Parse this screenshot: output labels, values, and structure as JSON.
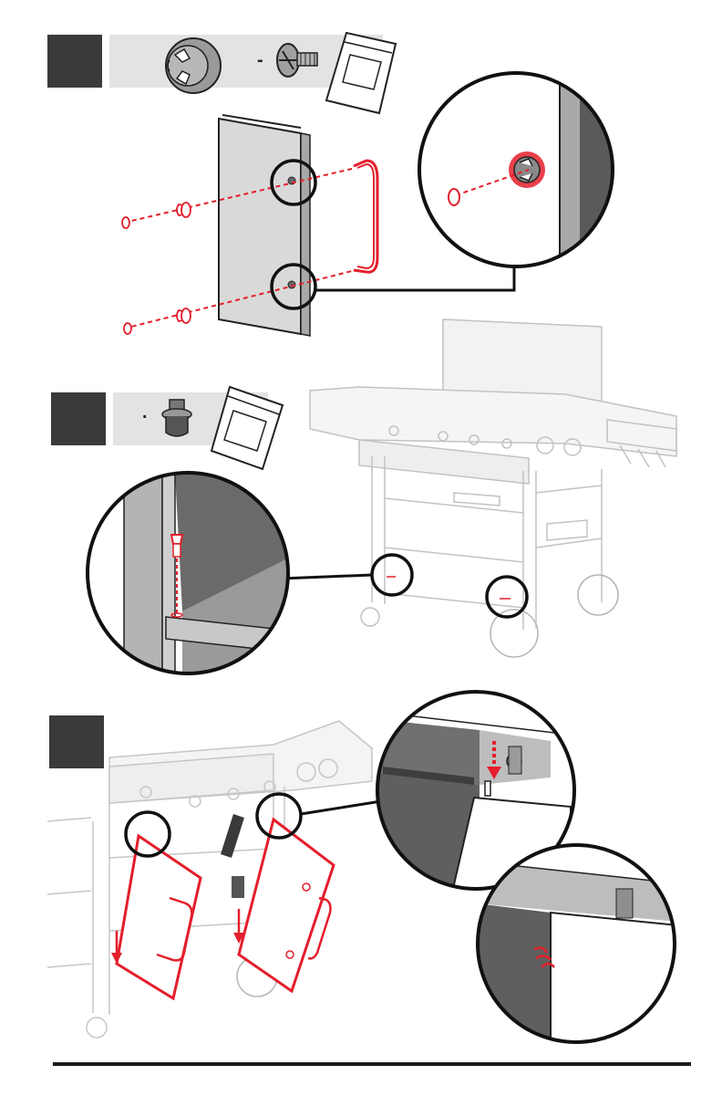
{
  "steps": [
    {
      "number": "",
      "parts": [
        {
          "name": "handle-bracket",
          "qty": ""
        },
        {
          "name": "screw",
          "qty": "-"
        }
      ]
    },
    {
      "number": "",
      "parts": [
        {
          "name": "shoulder-bolt",
          "qty": "."
        }
      ]
    },
    {
      "number": "",
      "parts": []
    }
  ],
  "colors": {
    "accent": "#e41e2b",
    "step_box": "#3a3a3a",
    "band": "#e3e3e3",
    "metal": "#8a8a8a",
    "dark_panel": "#5f5f5f"
  },
  "icons": [
    "hardware-bag-icon",
    "bracket-icon",
    "screw-icon",
    "bolt-icon"
  ]
}
